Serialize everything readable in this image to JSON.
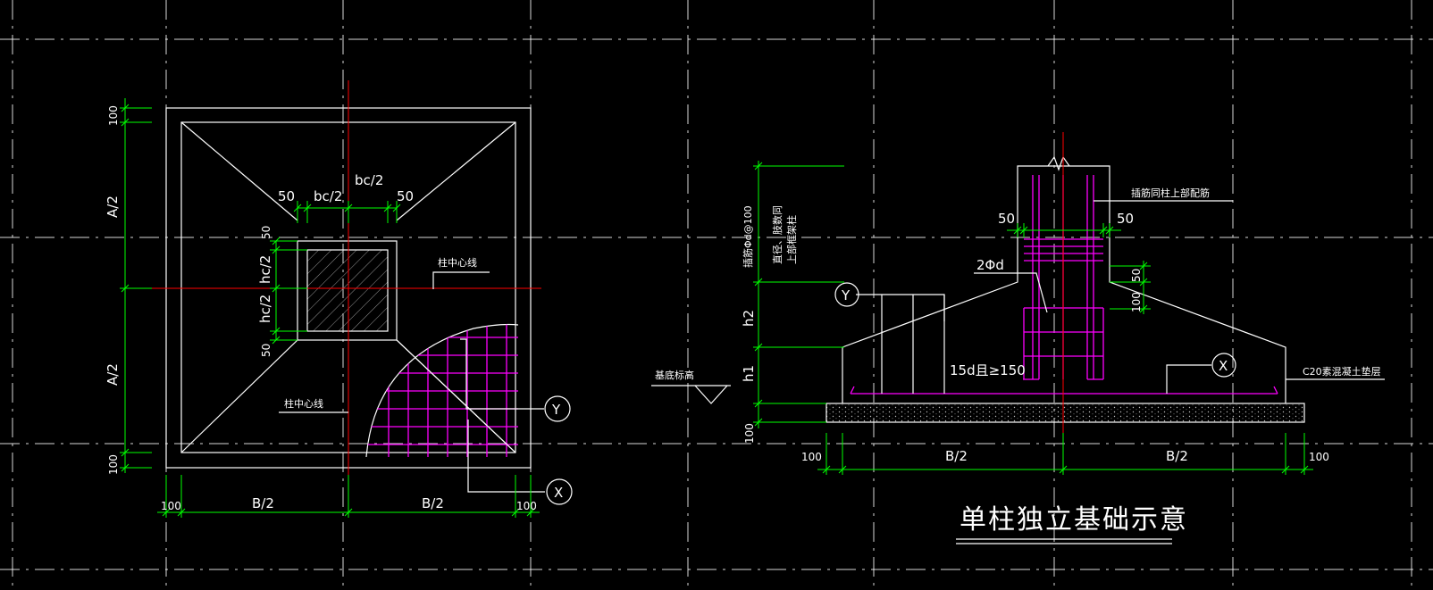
{
  "title": "单柱独立基础示意",
  "plan": {
    "dim_top_margin": "100",
    "dim_a_half_top": "A/2",
    "dim_a_half_bottom": "A/2",
    "dim_bottom_margin": "100",
    "dim_left_margin": "100",
    "dim_b_half_left": "B/2",
    "dim_b_half_right": "B/2",
    "dim_right_margin": "100",
    "col_50_left": "50",
    "col_bc_half_left": "bc/2",
    "col_bc_half_top": "bc/2",
    "col_50_right": "50",
    "col_50_upper": "50",
    "col_hc_half_upper": "hc/2",
    "col_hc_half_lower": "hc/2",
    "col_50_lower": "50",
    "label_column_centerline_right": "柱中心线",
    "label_column_centerline_bottom": "柱中心线",
    "marker_y": "Y",
    "marker_x": "X"
  },
  "section": {
    "dowel_note_line1": "插筋Φd@100",
    "dowel_note_line2": "直径、肢数同",
    "dowel_note_line3": "上部框架柱",
    "dowel_top_note": "插筋同柱上部配筋",
    "dim_50_left": "50",
    "dim_50_right": "50",
    "dim_50_side": "50",
    "dim_100_side": "100",
    "bars_2phid": "2Φd",
    "anchor_note": "15d且≥150",
    "dim_h2": "h2",
    "dim_h1": "h1",
    "dim_100_bottom": "100",
    "base_elevation": "基底标高",
    "cushion_note": "C20素混凝土垫层",
    "dim_left_margin": "100",
    "dim_b_half_left": "B/2",
    "dim_b_half_right": "B/2",
    "dim_right_margin": "100",
    "marker_y": "Y",
    "marker_x": "X"
  },
  "colors": {
    "outline": "#ffffff",
    "dimension": "#00ff00",
    "centerline": "#ff0000",
    "rebar": "#ff00ff",
    "background": "#000000"
  }
}
